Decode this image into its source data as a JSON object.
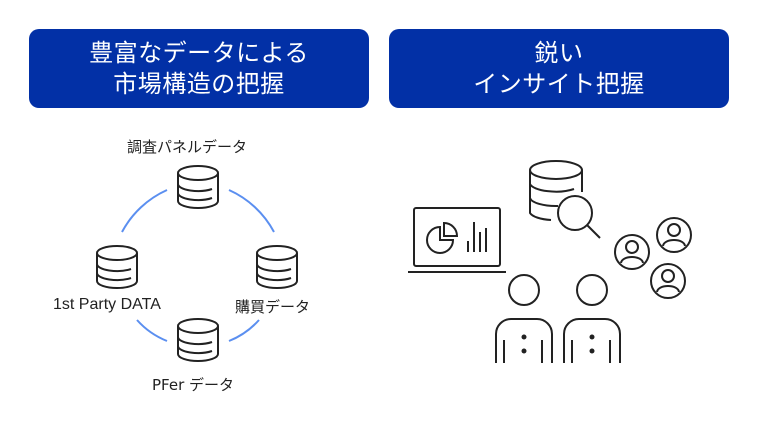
{
  "banners": [
    {
      "line1": "豊富なデータによる",
      "line2": "市場構造の把握"
    },
    {
      "line1": "鋭い",
      "line2": "インサイト把握"
    }
  ],
  "data_sources": {
    "top": "調査パネルデータ",
    "left": "1st Party DATA",
    "right": "購買データ",
    "bottom": "PFer データ"
  },
  "colors": {
    "banner": "#0230a6",
    "connector": "#5b8ff0",
    "icon_stroke": "#222222"
  }
}
